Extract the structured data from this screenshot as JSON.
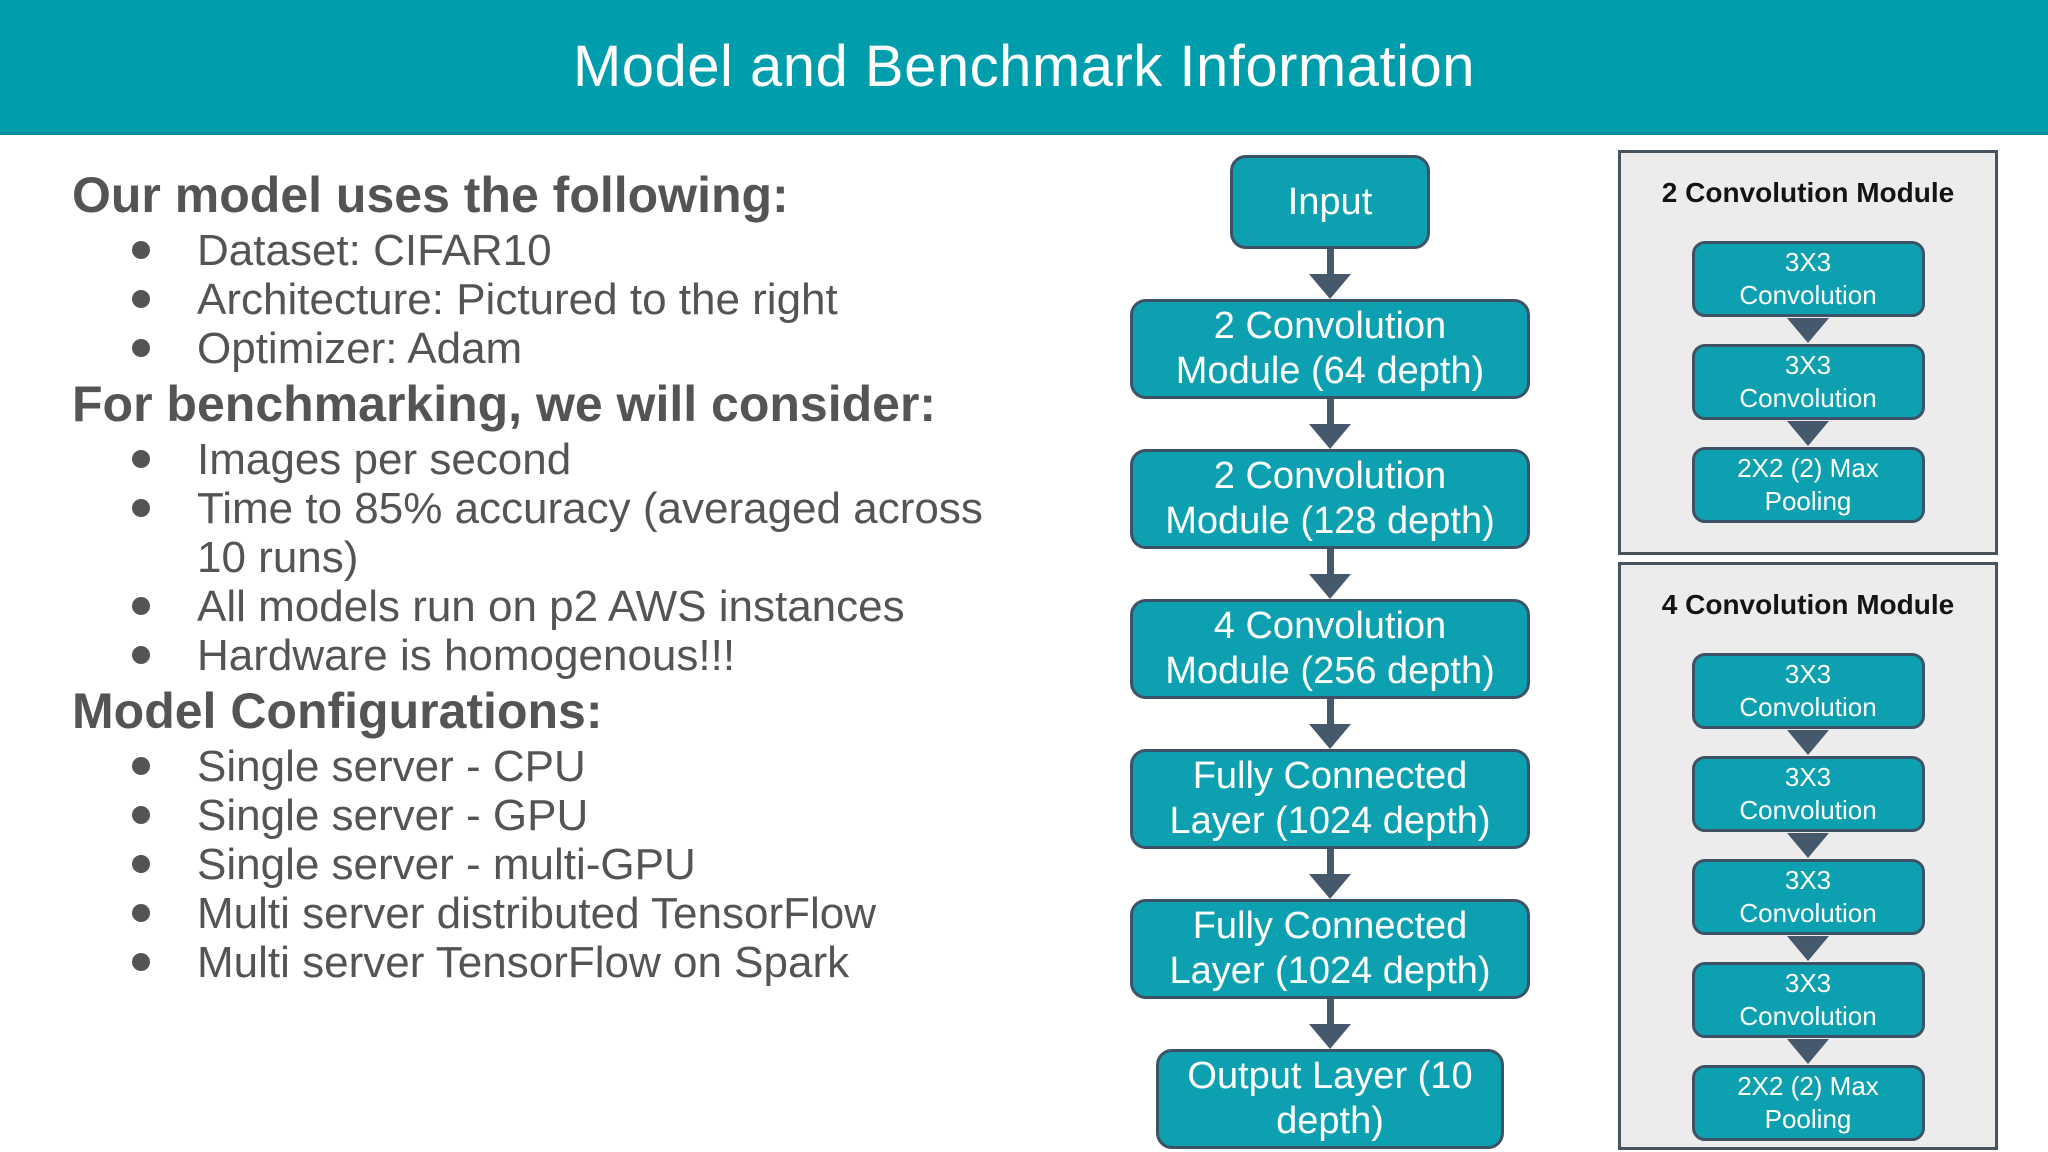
{
  "slide": {
    "title": "Model and Benchmark Information"
  },
  "colors": {
    "header_bg": "#009EAC",
    "header_edge": "#0A8E9D",
    "box_fill": "#0DA0B0",
    "box_border": "#3D5266",
    "node_text": "#FFFFFF",
    "arrow": "#46586C",
    "panel_bg": "#ECECEC",
    "panel_border": "#47545F",
    "panel_title": "#141414",
    "text": "#545454"
  },
  "left": {
    "sections": [
      {
        "heading": "Our model uses the following:",
        "bullets": [
          "Dataset: CIFAR10",
          "Architecture: Pictured to the right",
          "Optimizer: Adam"
        ]
      },
      {
        "heading": "For benchmarking, we will consider:",
        "bullets": [
          "Images per second",
          "Time to 85% accuracy (averaged across\n10 runs)",
          "All models run on p2 AWS instances",
          "Hardware is homogenous!!!"
        ]
      },
      {
        "heading": "Model Configurations:",
        "bullets": [
          "Single server - CPU",
          "Single server - GPU",
          "Single server - multi-GPU",
          "Multi server distributed TensorFlow",
          "Multi server TensorFlow on Spark"
        ]
      }
    ]
  },
  "flowchart": {
    "nodes": [
      {
        "label": "Input"
      },
      {
        "label": "2 Convolution\nModule (64 depth)"
      },
      {
        "label": "2 Convolution\nModule (128 depth)"
      },
      {
        "label": "4 Convolution\nModule (256 depth)"
      },
      {
        "label": "Fully Connected\nLayer (1024 depth)"
      },
      {
        "label": "Fully Connected\nLayer (1024 depth)"
      },
      {
        "label": "Output Layer (10\ndepth)"
      }
    ]
  },
  "panels": [
    {
      "title": "2 Convolution Module",
      "nodes": [
        "3X3\nConvolution",
        "3X3\nConvolution",
        "2X2 (2) Max\nPooling"
      ]
    },
    {
      "title": "4 Convolution Module",
      "nodes": [
        "3X3\nConvolution",
        "3X3\nConvolution",
        "3X3\nConvolution",
        "3X3\nConvolution",
        "2X2 (2) Max\nPooling"
      ]
    }
  ]
}
